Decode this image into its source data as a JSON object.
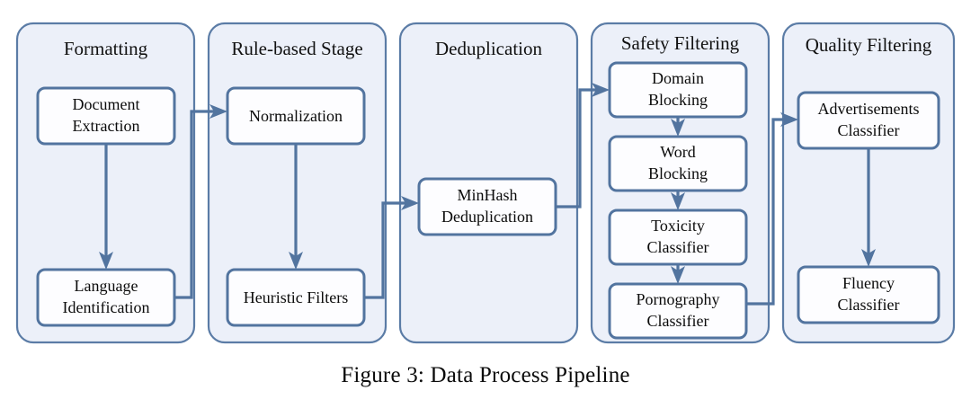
{
  "figure": {
    "caption": "Figure 3: Data Process Pipeline",
    "colors": {
      "panel_fill": "#ecf0f9",
      "panel_stroke": "#5b7ca6",
      "node_fill": "#fdfdff",
      "node_stroke": "#52749f",
      "arrow": "#52749f",
      "text": "#0b0b0b",
      "background": "#ffffff"
    }
  },
  "diagram_data": {
    "type": "flowchart",
    "orientation": "left-to-right",
    "stages": [
      {
        "id": "formatting",
        "title": "Formatting",
        "nodes": [
          {
            "id": "document-extraction",
            "line1": "Document",
            "line2": "Extraction"
          },
          {
            "id": "language-identification",
            "line1": "Language",
            "line2": "Identification"
          }
        ]
      },
      {
        "id": "rule-based-stage",
        "title": "Rule-based Stage",
        "nodes": [
          {
            "id": "normalization",
            "line1": "Normalization",
            "line2": ""
          },
          {
            "id": "heuristic-filters",
            "line1": "Heuristic Filters",
            "line2": ""
          }
        ]
      },
      {
        "id": "deduplication",
        "title": "Deduplication",
        "nodes": [
          {
            "id": "minhash-deduplication",
            "line1": "MinHash",
            "line2": "Deduplication"
          }
        ]
      },
      {
        "id": "safety-filtering",
        "title": "Safety Filtering",
        "nodes": [
          {
            "id": "domain-blocking",
            "line1": "Domain",
            "line2": "Blocking"
          },
          {
            "id": "word-blocking",
            "line1": "Word",
            "line2": "Blocking"
          },
          {
            "id": "toxicity-classifier",
            "line1": "Toxicity",
            "line2": "Classifier"
          },
          {
            "id": "pornography-classifier",
            "line1": "Pornography",
            "line2": "Classifier"
          }
        ]
      },
      {
        "id": "quality-filtering",
        "title": "Quality Filtering",
        "nodes": [
          {
            "id": "advertisements-classifier",
            "line1": "Advertisements",
            "line2": "Classifier"
          },
          {
            "id": "fluency-classifier",
            "line1": "Fluency",
            "line2": "Classifier"
          }
        ]
      }
    ],
    "edges": [
      {
        "from": "document-extraction",
        "to": "language-identification",
        "kind": "vertical"
      },
      {
        "from": "language-identification",
        "to": "normalization",
        "kind": "stage-transition"
      },
      {
        "from": "normalization",
        "to": "heuristic-filters",
        "kind": "vertical"
      },
      {
        "from": "heuristic-filters",
        "to": "minhash-deduplication",
        "kind": "stage-transition"
      },
      {
        "from": "minhash-deduplication",
        "to": "domain-blocking",
        "kind": "stage-transition"
      },
      {
        "from": "domain-blocking",
        "to": "word-blocking",
        "kind": "vertical"
      },
      {
        "from": "word-blocking",
        "to": "toxicity-classifier",
        "kind": "vertical"
      },
      {
        "from": "toxicity-classifier",
        "to": "pornography-classifier",
        "kind": "vertical"
      },
      {
        "from": "pornography-classifier",
        "to": "advertisements-classifier",
        "kind": "stage-transition"
      },
      {
        "from": "advertisements-classifier",
        "to": "fluency-classifier",
        "kind": "vertical"
      }
    ]
  }
}
